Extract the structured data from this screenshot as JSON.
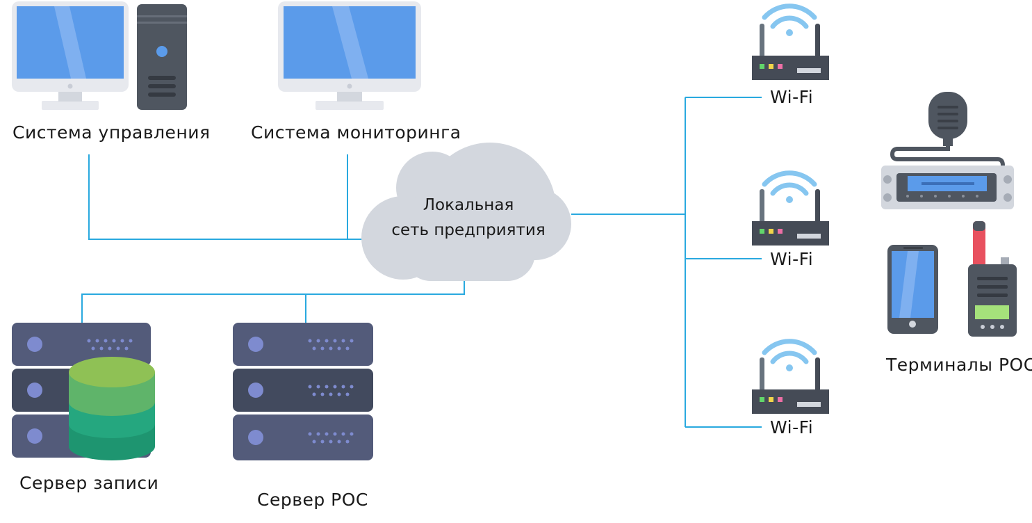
{
  "labels": {
    "control_system": "Система управления",
    "monitoring_system": "Система мониторинга",
    "cloud_line1": "Локальная",
    "cloud_line2": "сеть предприятия",
    "wifi_1": "Wi-Fi",
    "wifi_2": "Wi-Fi",
    "wifi_3": "Wi-Fi",
    "terminals": "Терминалы POC",
    "record_server": "Сервер записи",
    "poc_server": "Сервер POC"
  },
  "colors": {
    "line": "#29a9df",
    "screen": "#5b9bea",
    "monitor_body": "#e7e9ee",
    "tower": "#4f5660",
    "cloud": "#d3d7de",
    "router": "#454b56",
    "wifi_waves": "#86c6f0",
    "server_row_light": "#535b7a",
    "server_row_dark": "#424a5e",
    "server_dot": "#7e8bcf",
    "db_top": "#8fc155",
    "db_green": "#5fb46a",
    "db_teal": "#25a77f",
    "db_dark": "#1e9570",
    "radio_antenna": "#e8515f",
    "radio_screen": "#a5e27b"
  },
  "icons": [
    "monitor-icon",
    "pc-tower-icon",
    "cloud-icon",
    "wifi-router-icon",
    "server-rack-icon",
    "database-icon",
    "mobile-radio-icon",
    "smartphone-icon",
    "walkie-talkie-icon"
  ]
}
